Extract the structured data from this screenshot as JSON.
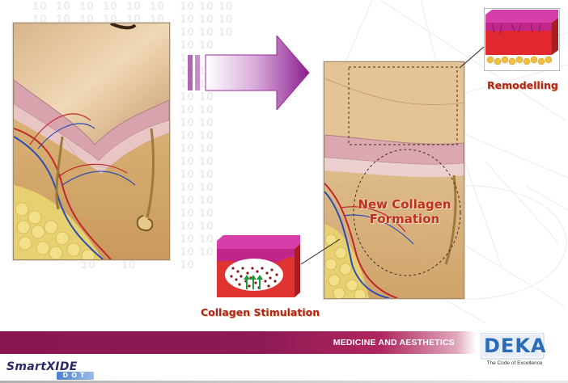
{
  "labels": {
    "remodelling": "Remodelling",
    "new_collagen_line1": "New Collagen",
    "new_collagen_line2": "Formation",
    "collagen_stimulation": "Collagen Stimulation"
  },
  "footer": {
    "tagline": "MEDICINE AND AESTHETICS",
    "brand_logo": "DEKA",
    "brand_slogan": "The Code of Excellence",
    "product_logo_top": "SmartXIDE",
    "product_logo_bottom": "DOT"
  },
  "colors": {
    "footer_band": "#8a1652",
    "arrow": "#9b2a9c",
    "caption": "#b02418",
    "deka_blue": "#2a6cb8"
  },
  "icons": {
    "arrow": "right-arrow-icon"
  }
}
